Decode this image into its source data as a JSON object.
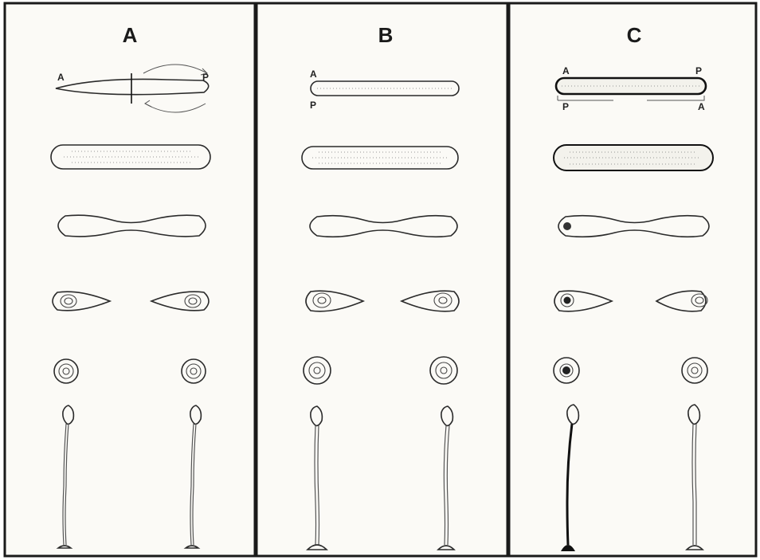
{
  "panels": [
    {
      "label": "A",
      "poles_top": [
        "A",
        "P"
      ],
      "poles_bottom": []
    },
    {
      "label": "B",
      "poles_top": [
        "A"
      ],
      "poles_bottom": [
        "P"
      ]
    },
    {
      "label": "C",
      "poles_top": [
        "A",
        "P"
      ],
      "poles_bottom": [
        "P",
        "A"
      ]
    }
  ],
  "colors": {
    "border": "#1a1a1a",
    "background": "#fbfaf6",
    "ink": "#2a2a2a"
  }
}
